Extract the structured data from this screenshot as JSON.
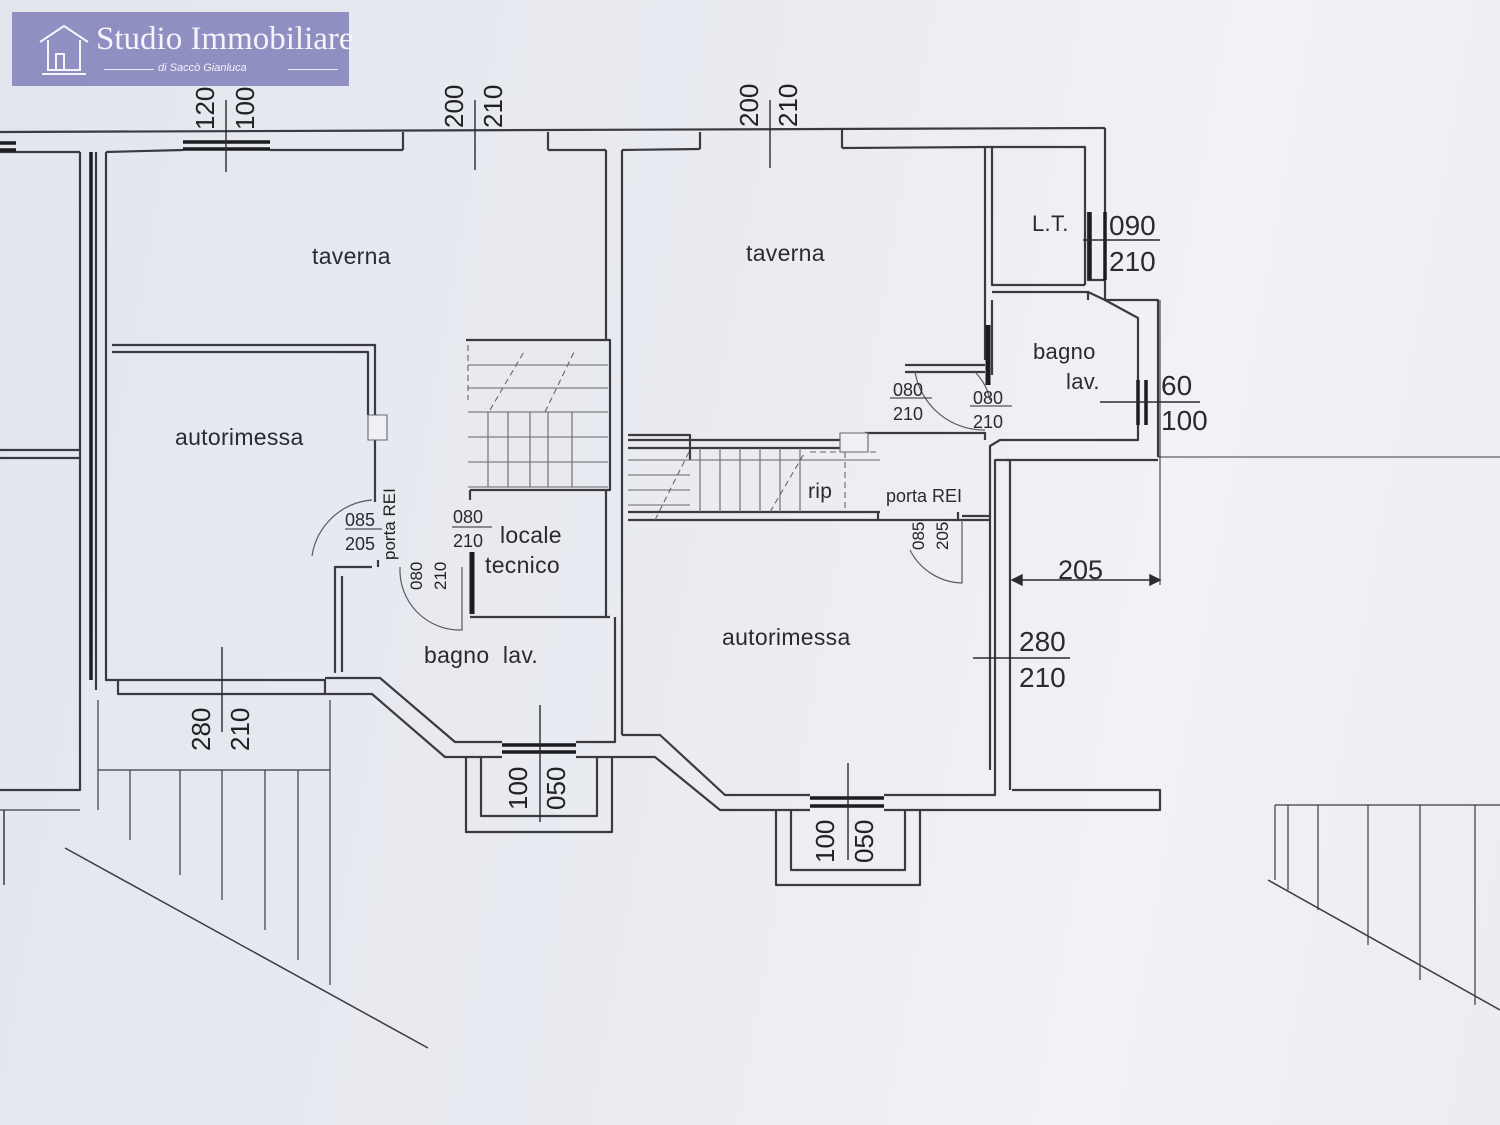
{
  "logo": {
    "name": "Studio Immobiliare",
    "subtitle": "di Saccò Gianluca",
    "icon": "house-icon"
  },
  "rooms": {
    "taverna_left": "taverna",
    "taverna_right": "taverna",
    "autorimessa_left": "autorimessa",
    "autorimessa_right": "autorimessa",
    "locale_line1": "locale",
    "locale_line2": "tecnico",
    "bagno_left": "bagno  lav.",
    "bagno_right_line1": "bagno",
    "bagno_right_line2": "lav.",
    "lt": "L.T.",
    "rip": "rip",
    "porta_rei_left": "porta REI",
    "porta_rei_right": "porta REI"
  },
  "openings": {
    "top_window_1": [
      "120",
      "100"
    ],
    "top_window_2": [
      "200",
      "210"
    ],
    "top_window_3": [
      "200",
      "210"
    ],
    "lt_window": [
      "090",
      "210"
    ],
    "bagno_right_window": [
      "60",
      "100"
    ],
    "bottom_door_left": [
      "280",
      "210"
    ],
    "bottom_window_left": [
      "100",
      "050"
    ],
    "bottom_window_right": [
      "100",
      "050"
    ],
    "garage_door_right": [
      "280",
      "210"
    ],
    "width_205": "205",
    "door_left_rei": [
      "085",
      "205"
    ],
    "door_locale": [
      "080",
      "210"
    ],
    "door_bagno_left": [
      "080",
      "210"
    ],
    "door_taverna_right_a": [
      "080",
      "210"
    ],
    "door_taverna_right_b": [
      "080",
      "210"
    ],
    "door_rei_right": [
      "085",
      "205"
    ]
  }
}
